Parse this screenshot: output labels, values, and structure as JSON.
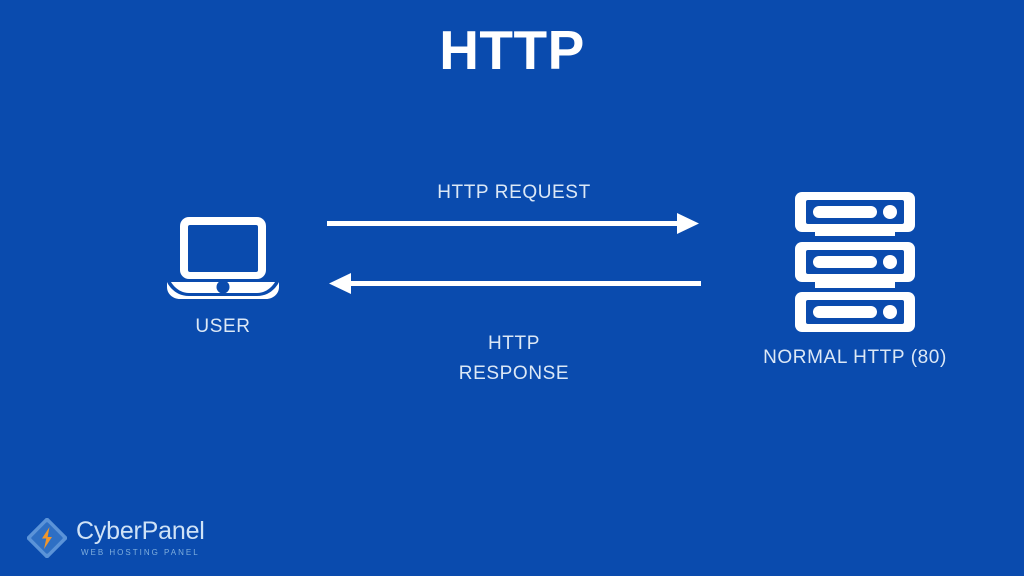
{
  "slide": {
    "title": "HTTP",
    "background_color": "#0A4BAE",
    "text_color": "#DCE8F6",
    "title_color": "#FFFFFF"
  },
  "diagram": {
    "user": {
      "label": "USER",
      "icon": "laptop-icon"
    },
    "server": {
      "label": "NORMAL HTTP (80)",
      "icon": "server-rack-icon"
    },
    "flows": [
      {
        "label": "HTTP REQUEST",
        "direction": "right",
        "from": "USER",
        "to": "NORMAL HTTP (80)"
      },
      {
        "label_line1": "HTTP",
        "label_line2": "RESPONSE",
        "direction": "left",
        "from": "NORMAL HTTP (80)",
        "to": "USER"
      }
    ]
  },
  "logo": {
    "wordmark": "CyberPanel",
    "tagline": "WEB HOSTING PANEL",
    "mark_icon": "cyberpanel-diamond-bolt-icon",
    "wordmark_color": "#CFE2F6",
    "tagline_color": "#7FAEDD",
    "bolt_color": "#F0962B"
  }
}
